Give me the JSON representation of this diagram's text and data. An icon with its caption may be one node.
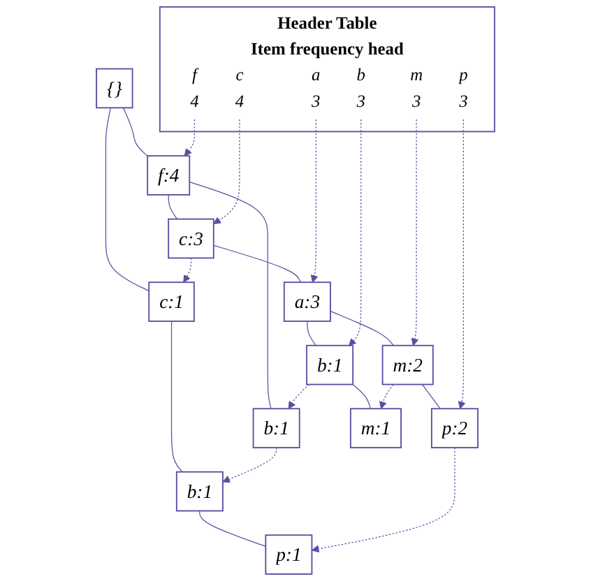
{
  "diagram": {
    "nodes": [
      {
        "text": [
          "Header Table",
          "Item",
          "frequency",
          "head"
        ]
      },
      {
        "text": [
          "f",
          "4"
        ],
        "in": 0
      },
      {
        "text": [
          "c",
          "4"
        ],
        "in": 0
      },
      {
        "text": [
          "a",
          "3"
        ],
        "in": 0
      },
      {
        "text": [
          "b",
          "3"
        ],
        "in": 0
      },
      {
        "text": [
          "m",
          "3"
        ],
        "in": 0
      },
      {
        "text": [
          "p",
          "3"
        ],
        "in": 0
      },
      {
        "text": [
          "{}"
        ]
      },
      {
        "text": [
          "f:4"
        ]
      },
      {
        "text": [
          "c:1"
        ]
      },
      {
        "text": [
          "c:3"
        ]
      },
      {
        "text": [
          "b:1"
        ]
      },
      {
        "text": [
          "b:1"
        ]
      },
      {
        "text": [
          "a:3"
        ]
      },
      {
        "text": [
          "p:1"
        ]
      },
      {
        "text": [
          "m:2"
        ]
      },
      {
        "text": [
          "b:1"
        ]
      },
      {
        "text": [
          "p:2"
        ]
      },
      {
        "text": [
          "m:1"
        ]
      }
    ],
    "edges": [
      {
        "from": 7,
        "to": 8,
        "arrow": "none"
      },
      {
        "from": 7,
        "to": 9,
        "arrow": "none"
      },
      {
        "from": 8,
        "to": 10,
        "arrow": "none"
      },
      {
        "from": 8,
        "to": 11,
        "arrow": "none"
      },
      {
        "from": 9,
        "to": 12,
        "arrow": "none"
      },
      {
        "from": 10,
        "to": 13,
        "arrow": "none"
      },
      {
        "from": 12,
        "to": 14,
        "arrow": "none"
      },
      {
        "from": 13,
        "to": 15,
        "arrow": "none"
      },
      {
        "from": 13,
        "to": 16,
        "arrow": "none"
      },
      {
        "from": 15,
        "to": 17,
        "arrow": "none"
      },
      {
        "from": 16,
        "to": 18,
        "arrow": "none"
      },
      {
        "from": 1,
        "to": 8,
        "arrow": "to",
        "style": "dashed"
      },
      {
        "from": 2,
        "to": 10,
        "arrow": "to",
        "style": "dashed"
      },
      {
        "from": 10,
        "to": 9,
        "arrow": "to",
        "style": "dashed"
      },
      {
        "from": 3,
        "to": 13,
        "arrow": "to",
        "style": "dashed"
      },
      {
        "from": 4,
        "to": 16,
        "arrow": "to",
        "style": "dashed"
      },
      {
        "from": 16,
        "to": 11,
        "arrow": "to",
        "style": "dashed"
      },
      {
        "from": 11,
        "to": 12,
        "arrow": "to",
        "style": "dashed"
      },
      {
        "from": 5,
        "to": 15,
        "arrow": "to",
        "style": "dashed"
      },
      {
        "from": 15,
        "to": 18,
        "arrow": "to",
        "style": "dashed"
      },
      {
        "from": 6,
        "to": 17,
        "arrow": "to",
        "style": "dashed"
      },
      {
        "from": 17,
        "to": 14,
        "arrow": "to",
        "style": "dashed"
      }
    ]
  }
}
